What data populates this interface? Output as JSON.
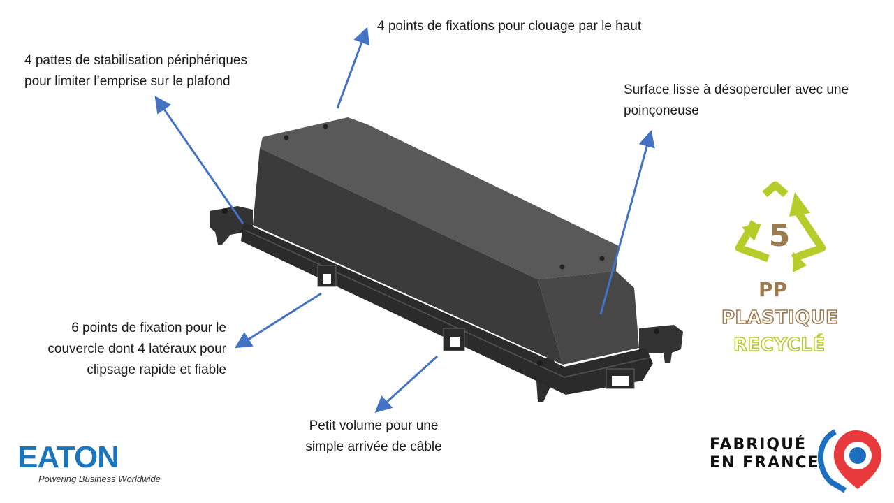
{
  "callouts": {
    "top_fixings": "4 points de fixations pour clouage par le haut",
    "stabilisation": [
      "4 pattes de stabilisation périphériques",
      "pour limiter l’emprise sur le plafond"
    ],
    "surface": [
      "Surface lisse à désoperculer avec une",
      "poinçoneuse"
    ],
    "lid_fixings": [
      "6 points de fixation pour le",
      "couvercle dont 4 latéraux pour",
      "clipsage rapide et fiable"
    ],
    "volume": [
      "Petit volume pour une",
      "simple arrivée de câble"
    ]
  },
  "recycling": {
    "number": "5",
    "material": "PP",
    "line1": "PLASTIQUE",
    "line2": "RECYCLÉ"
  },
  "made_in": [
    "FABRIQUÉ",
    "EN FRANCE"
  ],
  "brand": {
    "name": "EATON",
    "tagline": "Powering Business Worldwide"
  },
  "colors": {
    "arrow": "#4472c4",
    "eaton_blue": "#1a75bc",
    "recycle_green": "#b5cc2a",
    "recycle_brown": "#9c7a4e",
    "fr_blue": "#1f6fc0",
    "fr_red": "#e8393c"
  }
}
